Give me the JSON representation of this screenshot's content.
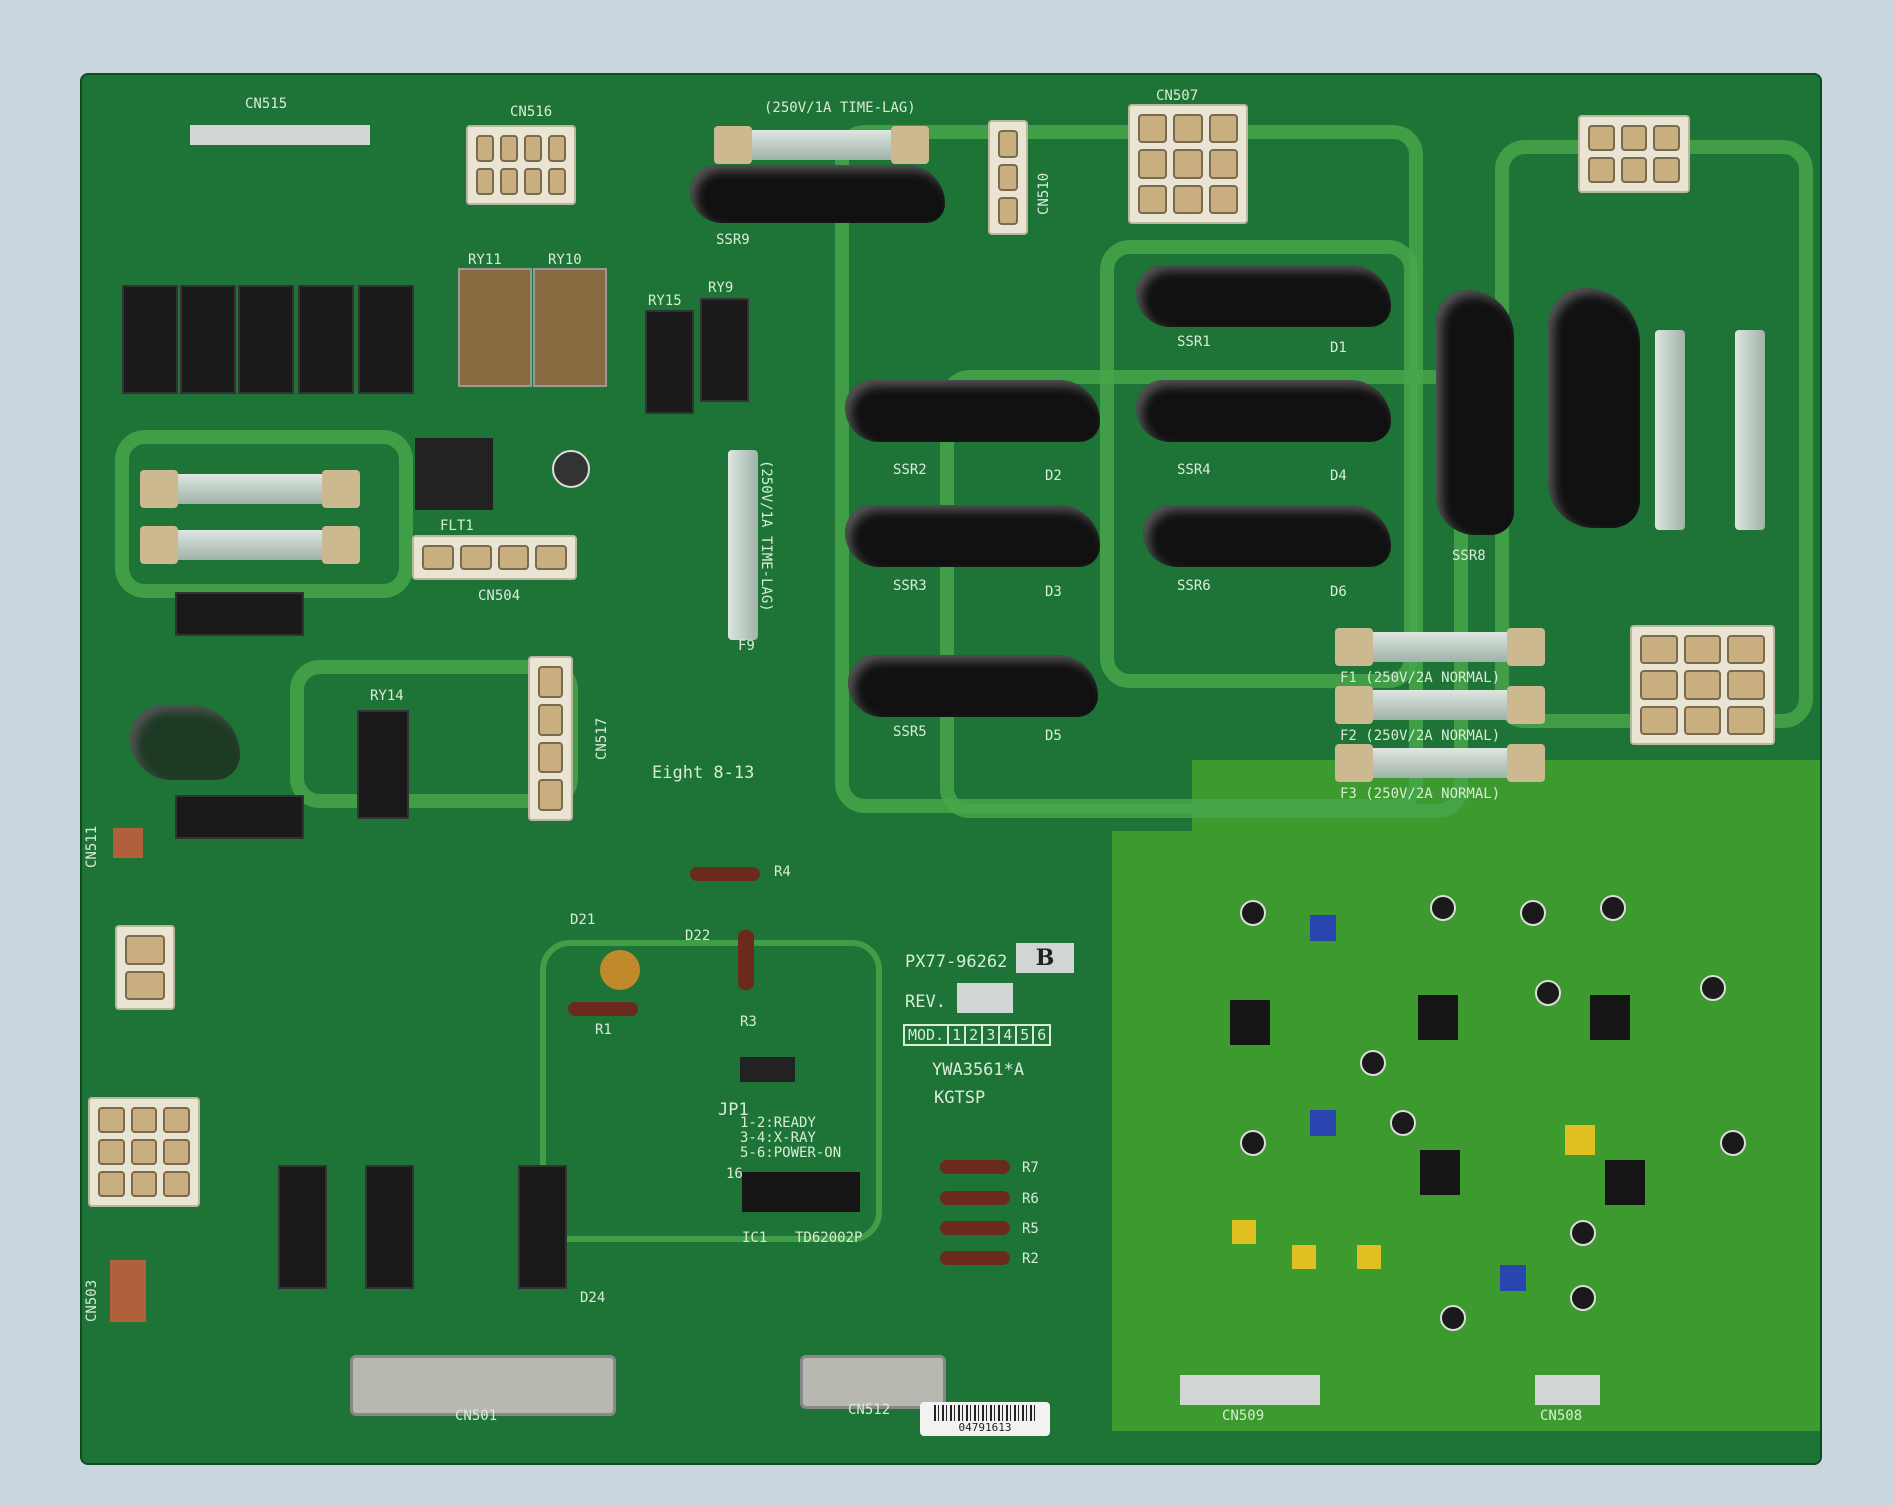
{
  "connectors": {
    "cn515": "CN515",
    "cn516": "CN516",
    "cn507": "CN507",
    "cn510": "CN510",
    "cn504": "CN504",
    "cn517": "CN517",
    "cn511": "CN511",
    "cn503": "CN503",
    "cn501": "CN501",
    "cn512": "CN512",
    "cn509": "CN509",
    "cn508": "CN508"
  },
  "ssr": {
    "ssr9": "SSR9",
    "ssr1": "SSR1",
    "ssr2": "SSR2",
    "ssr4": "SSR4",
    "ssr3": "SSR3",
    "ssr6": "SSR6",
    "ssr5": "SSR5",
    "ssr8": "SSR8"
  },
  "relays": {
    "ry11": "RY11",
    "ry10": "RY10",
    "ry15": "RY15",
    "ry9": "RY9",
    "ry14": "RY14"
  },
  "fuses": {
    "top": "(250V/1A TIME-LAG)",
    "f9": "(250V/1A TIME-LAG)",
    "f9_id": "F9",
    "f1": "F1 (250V/2A NORMAL)",
    "f2": "F2 (250V/2A NORMAL)",
    "f3": "F3 (250V/2A NORMAL)"
  },
  "marking": {
    "eight": "Eight 8-13",
    "part": "PX77-96262",
    "part_rev": "B",
    "rev": "REV.",
    "mod": "MOD.",
    "mod_nums": [
      "1",
      "2",
      "3",
      "4",
      "5",
      "6"
    ],
    "code": "YWA3561*A",
    "kgtsp": "KGTSP",
    "flt": "FLT1"
  },
  "jumper": {
    "id": "JP1",
    "l1": "1-2:READY",
    "l2": "3-4:X-RAY",
    "l3": "5-6:POWER-ON"
  },
  "ic": {
    "id": "IC1",
    "part": "TD62002P",
    "pin": "16"
  },
  "resistors": [
    "R7",
    "R6",
    "R5",
    "R2",
    "R4",
    "R1",
    "R3"
  ],
  "diodes": [
    "D1",
    "D2",
    "D3",
    "D4",
    "D5",
    "D6",
    "D22",
    "D21",
    "D24"
  ],
  "barcode": "04791613",
  "colors": {
    "board": "#1d7436",
    "trace": "#46a64a",
    "background": "#c9d6de"
  }
}
